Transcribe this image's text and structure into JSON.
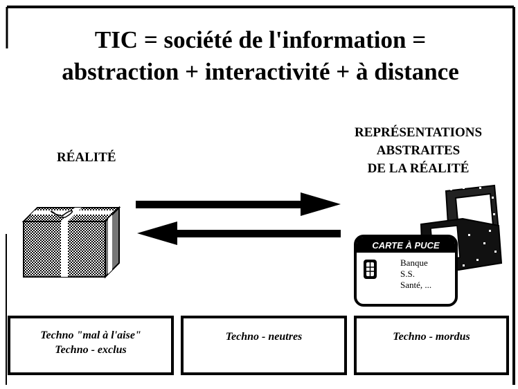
{
  "title": {
    "line1": "TIC = société de l'information =",
    "line2": "abstraction + interactivité + à distance"
  },
  "left_label": "RÉALITÉ",
  "right_label": {
    "line1": "REPRÉSENTATIONS",
    "line2": "ABSTRAITES",
    "line3": "DE LA RÉALITÉ"
  },
  "smart_card": {
    "header": "CARTE À PUCE",
    "items": [
      "Banque",
      "S.S.",
      "Santé, ..."
    ]
  },
  "boxes": [
    {
      "line1": "Techno \"mal à l'aise\"",
      "line2": "Techno - exclus"
    },
    {
      "line1": "Techno - neutres"
    },
    {
      "line1": "Techno - mordus"
    }
  ],
  "icons": {
    "left": "gift-box-icon",
    "right": "computer-icon",
    "chip": "chip-icon"
  }
}
